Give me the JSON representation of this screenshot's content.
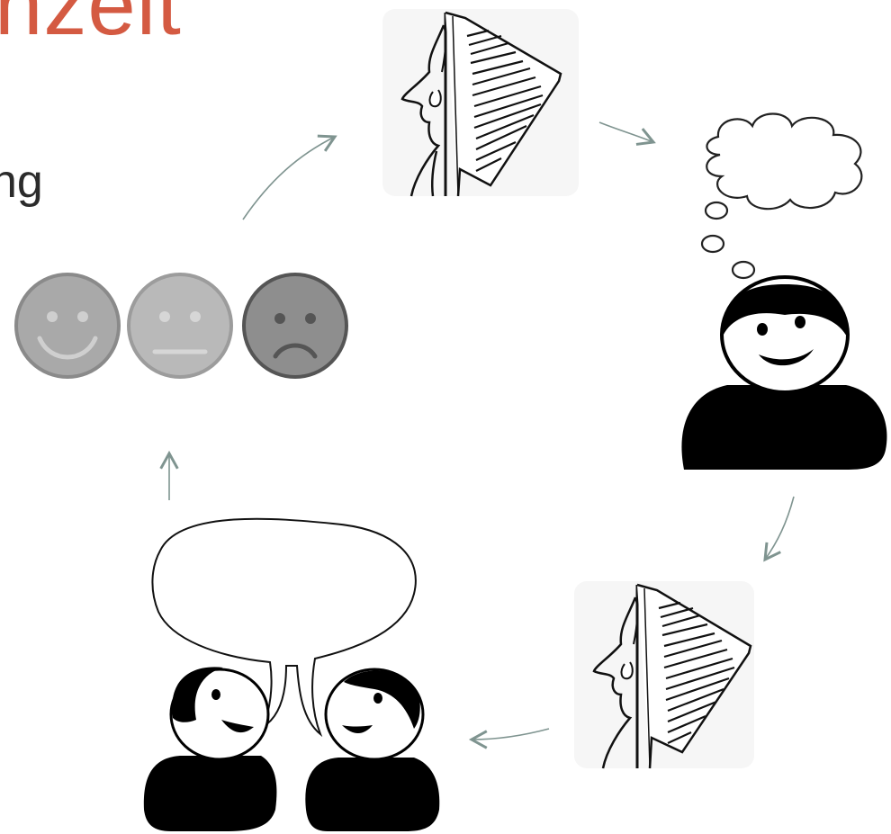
{
  "slide": {
    "title_fragment": "nzeit",
    "subtitle_fragment": "ng"
  },
  "colors": {
    "title": "#d45a42",
    "arrow": "#7f9490",
    "face_happy": "#a9a9a9",
    "face_neutral": "#b9b9b9",
    "face_sad": "#8e8e8e",
    "figure": "#000000"
  },
  "cycle": {
    "steps": [
      "reading-person",
      "thinking-person",
      "reading-person",
      "two-people-talking",
      "rating-faces"
    ],
    "faces": [
      "happy",
      "neutral",
      "sad"
    ]
  }
}
